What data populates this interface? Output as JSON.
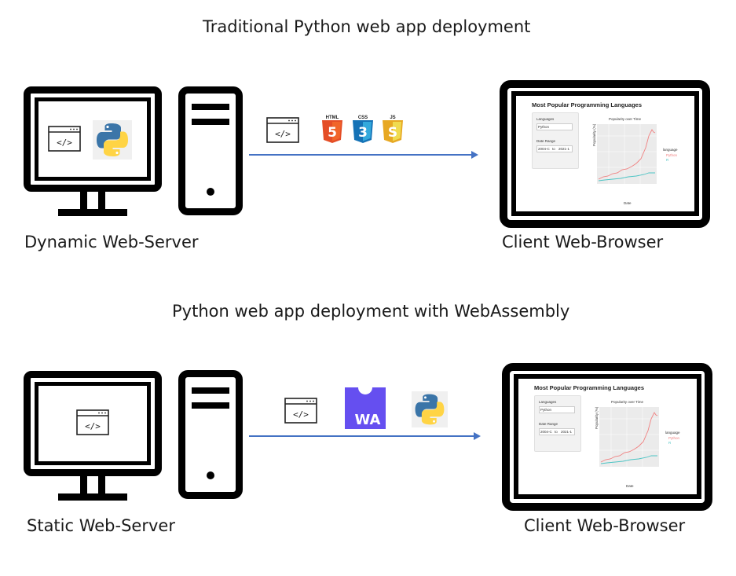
{
  "top": {
    "title": "Traditional Python web app deployment",
    "server_label": "Dynamic Web-Server",
    "client_label": "Client Web-Browser",
    "payload_icons": [
      "code-window-icon",
      "html5-icon",
      "css3-icon",
      "javascript-icon"
    ],
    "badges": {
      "html": "HTML",
      "css": "CSS",
      "js": "JS"
    }
  },
  "bottom": {
    "title": "Python web app deployment with WebAssembly",
    "server_label": "Static Web-Server",
    "client_label": "Client Web-Browser",
    "payload_icons": [
      "code-window-icon",
      "webassembly-icon",
      "python-icon"
    ],
    "wasm_text": "WA"
  },
  "app": {
    "heading": "Most Popular Programming Languages",
    "languages_label": "Languages",
    "language_value": "Python",
    "date_range_label": "Date Range",
    "date_start": "2004-C",
    "date_to": "to",
    "date_end": "2021-1",
    "chart_title": "Popularity over Time",
    "ylabel": "Popularity (%)",
    "xlabel": "Date",
    "legend_title": "language",
    "legend_items": [
      "Python",
      "R"
    ]
  },
  "colors": {
    "arrow": "#4472c4",
    "python_blue": "#3b75a8",
    "python_yellow": "#ffd445",
    "html5": "#e44d26",
    "css3": "#1572b6",
    "js": "#f0db4f",
    "wasm": "#654ff0",
    "line_python": "#f08080",
    "line_r": "#4dc4c4"
  }
}
